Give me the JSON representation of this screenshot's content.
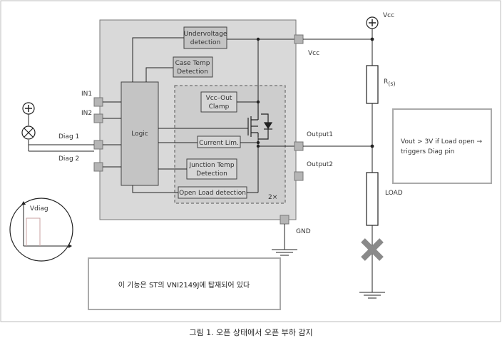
{
  "diagram": {
    "blocks": {
      "undervoltage": [
        "Undervoltage",
        "detection"
      ],
      "case_temp": [
        "Case Temp",
        "Detection"
      ],
      "logic": "Logic",
      "vcc_out_clamp": [
        "Vcc–Out",
        "Clamp"
      ],
      "current_lim": "Current Lim.",
      "junction_temp": [
        "Junction Temp",
        "Detection"
      ],
      "open_load": "Open Load detection",
      "multiplier": "2×"
    },
    "pins": {
      "in1": "IN1",
      "in2": "IN2",
      "diag1": "Diag 1",
      "diag2": "Diag 2",
      "vcc": "Vcc",
      "output1": "Output1",
      "output2": "Output2",
      "gnd": "GND"
    },
    "external": {
      "vcc_top": "Vcc",
      "rsense": "R",
      "rsense_sub": "(s)",
      "load": "LOAD",
      "vdiag": "Vdiag"
    },
    "notes": {
      "right_line1": "Vout > 3V if Load open →",
      "right_line2": "triggers Diag pin",
      "bottom": "이 기능은 ST의 VNI2149J에 탑재되어 있다"
    },
    "caption": "그림 1. 오픈 상태에서 오픈 부하 감지",
    "colors": {
      "chip_fill": "#d9d9d9",
      "block_fill": "#c4c4c4",
      "pin_fill": "#b5b5b5",
      "wire": "#222222",
      "cross": "#8a8a8a"
    }
  }
}
